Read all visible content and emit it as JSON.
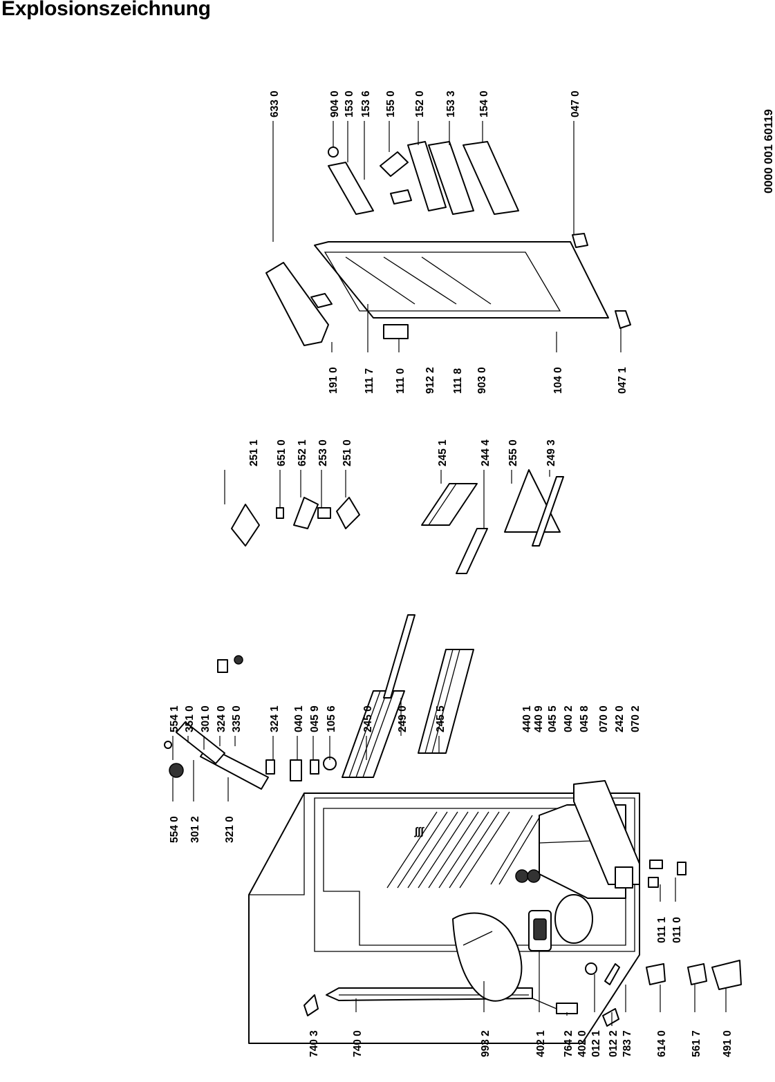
{
  "title": "Explosionszeichnung",
  "doc_number": "0000 001 60119",
  "part_labels": [
    {
      "id": "p554_1",
      "text": "554 1"
    },
    {
      "id": "p351_0",
      "text": "351 0"
    },
    {
      "id": "p301_0",
      "text": "301 0"
    },
    {
      "id": "p324_0",
      "text": "324 0"
    },
    {
      "id": "p335_0",
      "text": "335 0"
    },
    {
      "id": "p324_1",
      "text": "324 1"
    },
    {
      "id": "p040_1",
      "text": "040 1"
    },
    {
      "id": "p045_9",
      "text": "045 9"
    },
    {
      "id": "p105_6",
      "text": "105 6"
    },
    {
      "id": "p245_0",
      "text": "245 0"
    },
    {
      "id": "p249_0",
      "text": "249 0"
    },
    {
      "id": "p245_5",
      "text": "245 5"
    },
    {
      "id": "p440_1",
      "text": "440 1"
    },
    {
      "id": "p440_9",
      "text": "440 9"
    },
    {
      "id": "p045_5",
      "text": "045 5"
    },
    {
      "id": "p040_2",
      "text": "040 2"
    },
    {
      "id": "p045_8",
      "text": "045 8"
    },
    {
      "id": "p070_0",
      "text": "070 0"
    },
    {
      "id": "p242_0",
      "text": "242 0"
    },
    {
      "id": "p070_2",
      "text": "070 2"
    },
    {
      "id": "p251_1",
      "text": "251 1"
    },
    {
      "id": "p651_0",
      "text": "651 0"
    },
    {
      "id": "p652_1",
      "text": "652 1"
    },
    {
      "id": "p253_0",
      "text": "253 0"
    },
    {
      "id": "p251_0",
      "text": "251 0"
    },
    {
      "id": "p245_1",
      "text": "245 1"
    },
    {
      "id": "p244_4",
      "text": "244 4"
    },
    {
      "id": "p255_0",
      "text": "255 0"
    },
    {
      "id": "p249_3",
      "text": "249 3"
    },
    {
      "id": "p633_0",
      "text": "633 0"
    },
    {
      "id": "p904_0",
      "text": "904 0"
    },
    {
      "id": "p153_0",
      "text": "153 0"
    },
    {
      "id": "p153_6",
      "text": "153 6"
    },
    {
      "id": "p155_0",
      "text": "155 0"
    },
    {
      "id": "p152_0",
      "text": "152 0"
    },
    {
      "id": "p153_3",
      "text": "153 3"
    },
    {
      "id": "p154_0",
      "text": "154 0"
    },
    {
      "id": "p047_0",
      "text": "047 0"
    },
    {
      "id": "p554_0",
      "text": "554 0"
    },
    {
      "id": "p301_2",
      "text": "301 2"
    },
    {
      "id": "p321_0",
      "text": "321 0"
    },
    {
      "id": "p191_0",
      "text": "191 0"
    },
    {
      "id": "p111_7",
      "text": "111 7"
    },
    {
      "id": "p111_0",
      "text": "111 0"
    },
    {
      "id": "p912_2",
      "text": "912 2"
    },
    {
      "id": "p111_8",
      "text": "111 8"
    },
    {
      "id": "p903_0",
      "text": "903 0"
    },
    {
      "id": "p104_0",
      "text": "104 0"
    },
    {
      "id": "p047_1",
      "text": "047 1"
    },
    {
      "id": "p011_1",
      "text": "011 1"
    },
    {
      "id": "p011_0",
      "text": "011 0"
    },
    {
      "id": "p740_3",
      "text": "740 3"
    },
    {
      "id": "p740_0",
      "text": "740 0"
    },
    {
      "id": "p993_2",
      "text": "993 2"
    },
    {
      "id": "p402_1",
      "text": "402 1"
    },
    {
      "id": "p764_2",
      "text": "764 2"
    },
    {
      "id": "p402_0",
      "text": "402 0"
    },
    {
      "id": "p012_1",
      "text": "012 1"
    },
    {
      "id": "p012_2",
      "text": "012 2"
    },
    {
      "id": "p783_7",
      "text": "783 7"
    },
    {
      "id": "p614_0",
      "text": "614 0"
    },
    {
      "id": "p561_7",
      "text": "561 7"
    },
    {
      "id": "p491_0",
      "text": "491 0"
    }
  ]
}
